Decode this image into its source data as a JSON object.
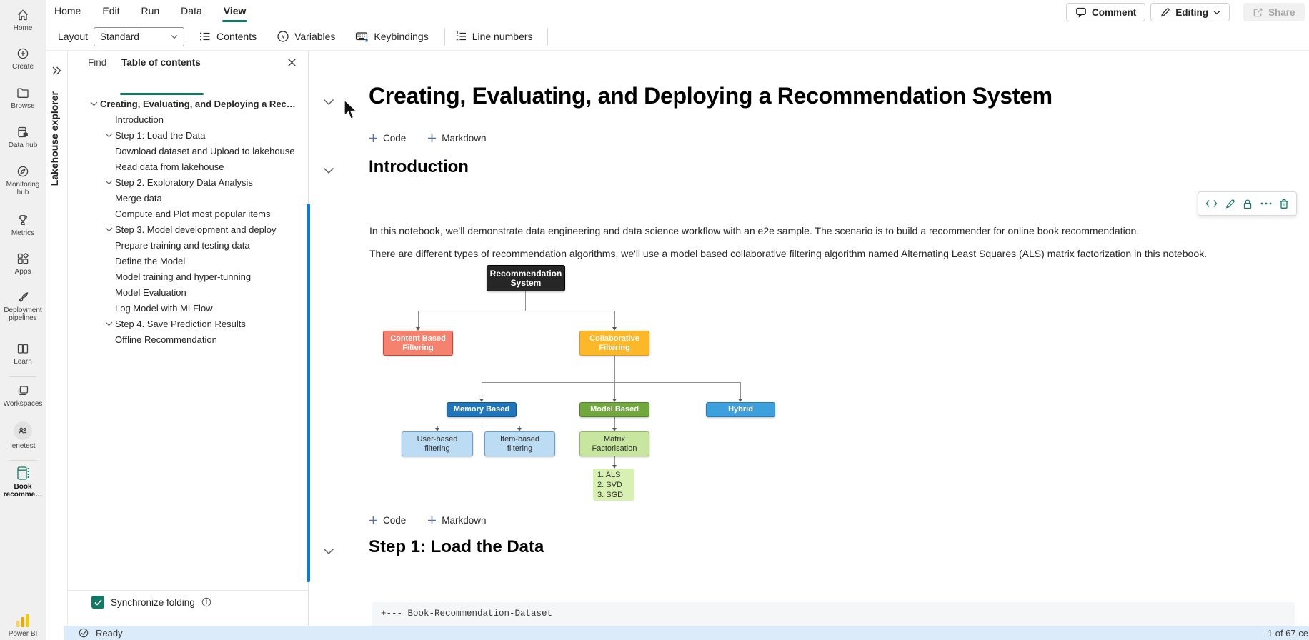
{
  "accent_color": "#117865",
  "scroll_color": "#0f7bd7",
  "status_bg": "#dcebfa",
  "menu": [
    "Home",
    "Edit",
    "Run",
    "Data",
    "View"
  ],
  "menu_active": "View",
  "top_actions": {
    "comment": "Comment",
    "editing": "Editing",
    "share": "Share"
  },
  "ribbon": {
    "layout_label": "Layout",
    "layout_value": "Standard",
    "buttons": [
      "Contents",
      "Variables",
      "Keybindings",
      "Line numbers"
    ]
  },
  "sidebar": {
    "items": [
      "Home",
      "Create",
      "Browse",
      "Data hub",
      "Monitoring hub",
      "Metrics",
      "Apps",
      "Deployment pipelines",
      "Learn",
      "Workspaces",
      "jenetest",
      "Book recomme…"
    ],
    "brand": "Power BI"
  },
  "explorer": {
    "collapsed_title": "Lakehouse explorer"
  },
  "toc": {
    "tab_find": "Find",
    "tab_contents": "Table of contents",
    "items": [
      {
        "label": "Creating, Evaluating, and Deploying a Recommendation System",
        "chevron": true,
        "root": true
      },
      {
        "label": "Introduction",
        "chevron": false
      },
      {
        "label": "Step 1: Load the Data",
        "chevron": true
      },
      {
        "label": "Download dataset and Upload to lakehouse",
        "chevron": false
      },
      {
        "label": "Read data from lakehouse",
        "chevron": false
      },
      {
        "label": "Step 2. Exploratory Data Analysis",
        "chevron": true
      },
      {
        "label": "Merge data",
        "chevron": false
      },
      {
        "label": "Compute and Plot most popular items",
        "chevron": false
      },
      {
        "label": "Step 3. Model development and deploy",
        "chevron": true
      },
      {
        "label": "Prepare training and testing data",
        "chevron": false
      },
      {
        "label": "Define the Model",
        "chevron": false
      },
      {
        "label": "Model training and hyper-tunning",
        "chevron": false
      },
      {
        "label": "Model Evaluation",
        "chevron": false
      },
      {
        "label": "Log Model with MLFlow",
        "chevron": false
      },
      {
        "label": "Step 4. Save Prediction Results",
        "chevron": true
      },
      {
        "label": "Offline Recommendation",
        "chevron": false
      }
    ],
    "sync_label": "Synchronize folding"
  },
  "notebook": {
    "title": "Creating, Evaluating, and Deploying a Recommendation System",
    "add_code": "Code",
    "add_markdown": "Markdown",
    "intro_heading": "Introduction",
    "paragraphs": [
      "In this notebook, we'll demonstrate data engineering and data science workflow with an e2e sample. The scenario is to build a recommender for online book recommendation.",
      "There are different types of recommendation algorithms, we'll use a model based collaborative filtering algorithm named Alternating Least Squares (ALS) matrix factorization in this notebook."
    ],
    "step1_heading": "Step 1: Load the Data",
    "code_preview": "+--- Book-Recommendation-Dataset"
  },
  "diagram": {
    "nodes": {
      "root": {
        "lines": [
          "Recommendation",
          "System"
        ],
        "color": "#262626"
      },
      "content": {
        "lines": [
          "Content Based",
          "Filtering"
        ],
        "color": "#f5826e"
      },
      "collab": {
        "lines": [
          "Collaborative",
          "Filtering"
        ],
        "color": "#fcb829"
      },
      "memory": {
        "lines": [
          "Memory Based"
        ],
        "color": "#2076bc"
      },
      "model": {
        "lines": [
          "Model Based"
        ],
        "color": "#71a83d"
      },
      "hybrid": {
        "lines": [
          "Hybrid"
        ],
        "color": "#3da0dd"
      },
      "user": {
        "lines": [
          "User-based",
          "filtering"
        ],
        "color": "#bcdcf3"
      },
      "item": {
        "lines": [
          "Item-based",
          "filtering"
        ],
        "color": "#bcdcf3"
      },
      "matrix": {
        "lines": [
          "Matrix",
          "Factorisation"
        ],
        "color": "#c9e6a0"
      },
      "algos": {
        "lines": [
          "1. ALS",
          "2. SVD",
          "3. SGD"
        ],
        "color": "#d9f0b3"
      }
    }
  },
  "status": {
    "ready": "Ready",
    "cell_count": "1 of 67 ce"
  }
}
